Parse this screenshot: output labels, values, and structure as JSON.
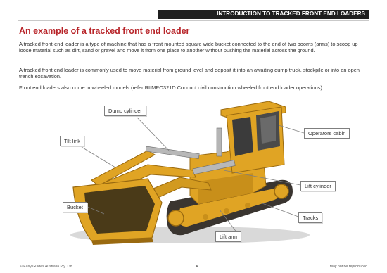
{
  "header": {
    "section_title": "INTRODUCTION TO TRACKED FRONT END LOADERS"
  },
  "page_title": "An example of a tracked front end loader",
  "paragraphs": [
    "A tracked front-end loader is a type of machine that has a front mounted square wide bucket connected to the end of two booms (arms) to scoop up loose material such as dirt, sand or gravel and move it from one place to another without pushing the material across the ground.",
    "A tracked front end loader is commonly used to move material from ground level and deposit it into an awaiting dump truck, stockpile or into an open trench excavation.",
    "Front end loaders also come in wheeled models (refer RIIMPO321D Conduct civil construction wheeled front end loader operations)."
  ],
  "figure": {
    "callouts": {
      "dump_cylinder": "Dump cylinder",
      "operators_cabin": "Operators cabin",
      "tilt_link": "Tilt link",
      "lift_cylinder": "Lift cylinder",
      "bucket": "Bucket",
      "tracks": "Tracks",
      "lift_arm": "Lift arm"
    },
    "colors": {
      "machine_yellow": "#e0a424",
      "machine_shadow": "#9a6a10",
      "track_dark": "#3a3530",
      "callout_line": "#7f7f7f"
    }
  },
  "footer": {
    "copyright": "© Easy Guides Australia Pty. Ltd.",
    "page_number": "4",
    "notice": "May not be reproduced"
  },
  "colors": {
    "title_red": "#b8252a",
    "header_bg": "#1f1f1f"
  }
}
